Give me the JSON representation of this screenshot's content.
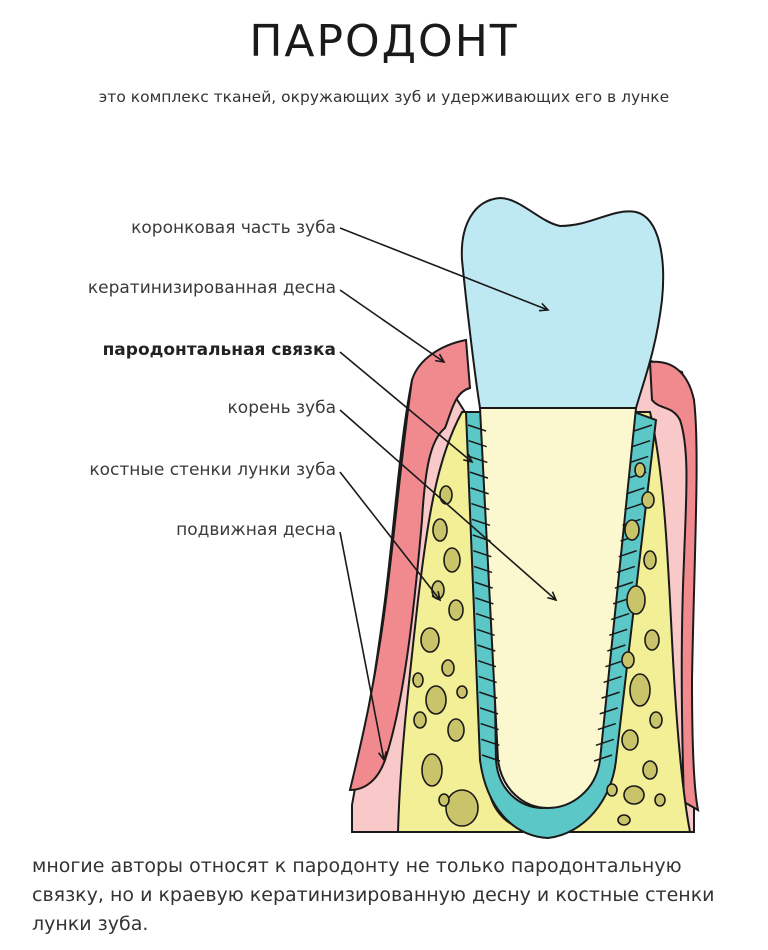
{
  "title": "ПАРОДОНТ",
  "subtitle": "это комплекс тканей, окружающих зуб и удерживающих его в лунке",
  "labels": [
    {
      "text": "коронковая часть зуба",
      "bold": false
    },
    {
      "text": "кератинизированная десна",
      "bold": false
    },
    {
      "text": "пародонтальная связка",
      "bold": true
    },
    {
      "text": "корень зуба",
      "bold": false
    },
    {
      "text": "костные стенки лунки зуба",
      "bold": false
    },
    {
      "text": "подвижная десна",
      "bold": false
    }
  ],
  "footnote": "многие авторы относят к пародонту не только пародонтальную связку, но и краевую кератинизированную десну и костные стенки лунки зуба.",
  "colors": {
    "crown": "#bfe9f2",
    "root": "#fbf8cf",
    "bone": "#f2ef96",
    "marrow": "#c9c46a",
    "ligament": "#5cc7c7",
    "keratinized_gum": "#f08a8e",
    "mobile_gum": "#f9c8c9",
    "outline": "#1a1a1a"
  }
}
